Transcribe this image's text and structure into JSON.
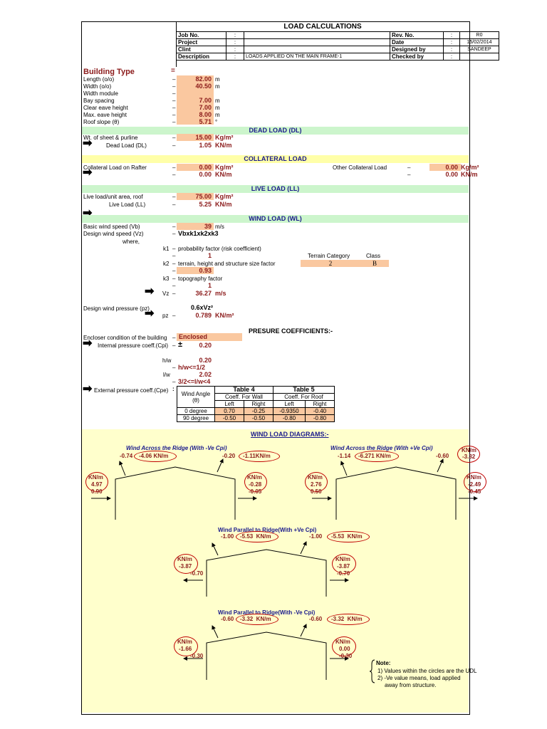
{
  "title": "LOAD CALCULATIONS",
  "header": {
    "job_no": "Job No.",
    "project": "Project",
    "client": "Clint",
    "description": "Description",
    "colon": ":",
    "desc_value": "LOADS APPLIED ON THE MAIN FRAME-1",
    "rev_no": "Rev. No.",
    "rev_value": "R0",
    "date": "Date",
    "date_value": "15/02/2014",
    "designed_by": "Designed by",
    "designed_value": "SANDEEP",
    "checked_by": "Checked by"
  },
  "building": {
    "heading": "Building Type",
    "eq": "=",
    "dash": "–",
    "length_label": "Length (o/o)",
    "length": "82.00",
    "length_unit": "m",
    "width_label": "Width (o/o)",
    "width": "40.50",
    "width_unit": "m",
    "module_label": "Width module",
    "bay_label": "Bay spacing",
    "bay": "7.00",
    "bay_unit": "m",
    "clear_label": "Clear eave height",
    "clear": "7.00",
    "clear_unit": "m",
    "max_label": "Max. eave height",
    "max": "8.00",
    "max_unit": "m",
    "slope_label": "Roof slope (θ)",
    "slope": "5.71",
    "slope_unit": "°"
  },
  "dead": {
    "band": "DEAD LOAD (DL)",
    "sheet_label": "Wt. of sheet & purline",
    "sheet": "15.00",
    "sheet_unit": "Kg/m²",
    "dl_label": "Dead Load (DL)",
    "dl": "1.05",
    "dl_unit": "KN/m"
  },
  "collateral": {
    "band": "COLLATERAL LOAD",
    "rafter_label": "Collateral Load on Rafter",
    "rafter": "0.00",
    "rafter_unit": "Kg/m²",
    "rafter_kn": "0.00",
    "rafter_kn_unit": "KN/m",
    "other_label": "Other Collateral Load",
    "other": "0.00",
    "other_unit": "Kg/m²",
    "other_kn": "0.00",
    "other_kn_unit": "KN/m"
  },
  "live": {
    "band": "LIVE LOAD (LL)",
    "unit_label": "Live load/unit area, roof",
    "unit_val": "75.00",
    "unit_unit": "Kg/m²",
    "ll_label": "Live Load (LL)",
    "ll": "5.25",
    "ll_unit": "KN/m"
  },
  "wind": {
    "band": "WIND LOAD (WL)",
    "vb_label": "Basic wind speed (Vb)",
    "vb": "39",
    "vb_unit": "m/s",
    "vz_label": "Design wind speed (Vz)",
    "vz_formula": "Vbxk1xk2xk3",
    "where": "where,",
    "k1": "k1",
    "k1_desc": "probability factor (risk coefficient)",
    "k1_val": "1",
    "k2": "k2",
    "k2_desc": "terrain, height and structure size factor",
    "k2_val": "0.93",
    "terrain_label": "Terrain Category",
    "class_label": "Class",
    "terrain": "2",
    "class": "B",
    "k3": "k3",
    "k3_desc": "topography factor",
    "k3_val": "1",
    "vz": "Vz",
    "vz_val": "36.27",
    "vz_unit": "m/s",
    "pz_label": "Design wind pressure (pz)",
    "pz_formula": "0.6xVz²",
    "pz": "pz",
    "pz_val": "0.789",
    "pz_unit": "KN/m²"
  },
  "pressure": {
    "heading": "PRESURE COEFFICIENTS:-",
    "enc_label": "Encloser condition of the building",
    "enc_val": "Enclosed",
    "cpi_label": "Internal pressure coeff.(Cpi)",
    "pm": "±",
    "cpi_val": "0.20",
    "hw": "h/w",
    "hw_val": "0.20",
    "hw_cond": "h/w<=1/2",
    "lw": "l/w",
    "lw_val": "2.02",
    "lw_cond": "3/2<=l/w<4",
    "cpe_label": "External pressure coeff.(Cpe)",
    "table": {
      "wind_angle": "Wind Angle",
      "theta": "(θ)",
      "t4": "Table 4",
      "t5": "Table 5",
      "wall": "Coeff. For Wall",
      "roof": "Coeff. For Roof",
      "left": "Left",
      "right": "Right",
      "rows": [
        {
          "angle": "0 degree",
          "wl": "0.70",
          "wr": "-0.25",
          "rl": "-0.9350",
          "rr": "-0.40"
        },
        {
          "angle": "90 degree",
          "wl": "-0.50",
          "wr": "-0.50",
          "rl": "-0.80",
          "rr": "-0.80"
        }
      ]
    }
  },
  "diagrams": {
    "heading": "WIND LOAD DIAGRAMS:-",
    "knm": "KN/m",
    "d1": {
      "title": "Wind Across the Ridge (With -Ve Cpi)",
      "rl_coef": "-0.74",
      "rl_load": "-4.06 KN/m",
      "rr_coef": "-0.20",
      "rr_load": "-1.11KN/m",
      "wl_load": "4.97",
      "wl_coef": "0.90",
      "wr_load": "-0.28",
      "wr_coef": "-0.05"
    },
    "d2": {
      "title": "Wind Across the Ridge (With +Ve Cpi)",
      "rl_coef": "-1.14",
      "rl_load": "-6.271 KN/m",
      "rr_coef": "-0.60",
      "rr_load": "-3.32",
      "wl_load": "2.76",
      "wl_coef": "0.50",
      "wr_load": "-2.49",
      "wr_coef": "-0.45"
    },
    "d3": {
      "title": "Wind Parallel to Ridge(With +Ve Cpi)",
      "rl_coef": "-1.00",
      "rl_load": "-5.53  KN/m",
      "rr_coef": "-1.00",
      "rr_load": "-5.53  KN/m",
      "wl_load": "-3.87",
      "wl_coef": "-0.70",
      "wr_load": "-3.87",
      "wr_coef": "-0.70"
    },
    "d4": {
      "title": "Wind Parallel to Ridge(With -Ve Cpi)",
      "rl_coef": "-0.60",
      "rl_load": "-3.32  KN/m",
      "rr_coef": "-0.60",
      "rr_load": "-3.32  KN/m",
      "wl_load": "-1.66",
      "wl_coef": "-0.30",
      "wr_load": "0.00",
      "wr_coef": "-0.30"
    },
    "note": {
      "title": "Note:",
      "n1": "1)  Values within the circles are the UDL",
      "n2": "2)  -Ve value means, load applied",
      "n3": "away from structure."
    }
  }
}
